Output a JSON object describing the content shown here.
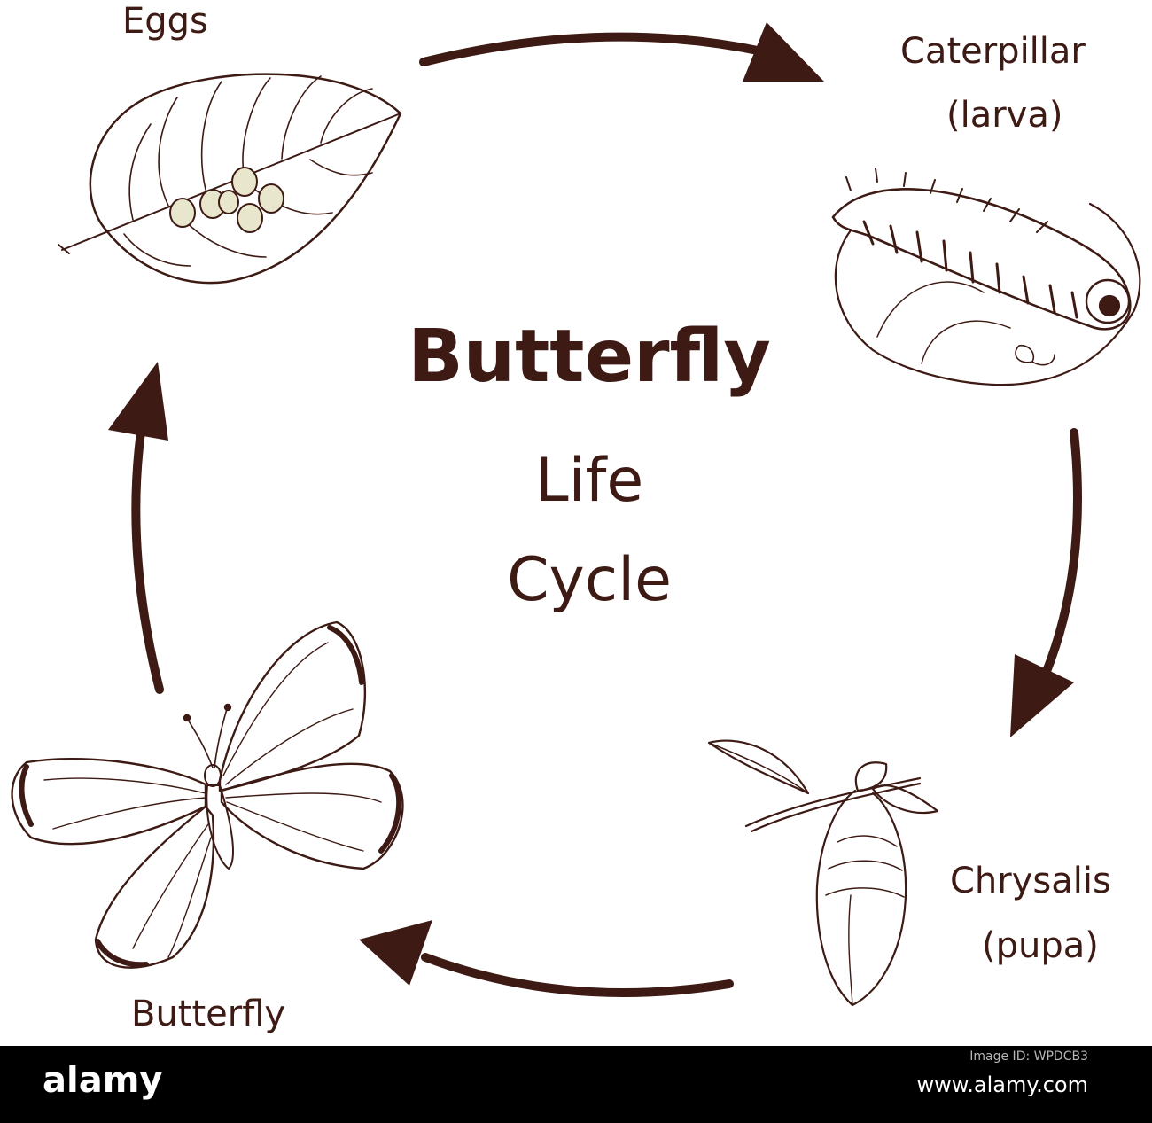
{
  "title": {
    "main": "Butterfly",
    "sub_line1": "Life",
    "sub_line2": "Cycle"
  },
  "stages": {
    "eggs": {
      "label": "Eggs"
    },
    "caterpillar": {
      "label_line1": "Caterpillar",
      "label_line2": "(larva)"
    },
    "chrysalis": {
      "label_line1": "Chrysalis",
      "label_line2": "(pupa)"
    },
    "butterfly": {
      "label": "Butterfly"
    }
  },
  "footer": {
    "brand": "alamy",
    "code": "WPDCB3",
    "image_id_label": "Image ID: WPDCB3",
    "site": "www.alamy.com"
  },
  "colors": {
    "ink": "#3d1a14",
    "egg_fill": "#e8e6cc",
    "footer_bg": "#000000"
  }
}
